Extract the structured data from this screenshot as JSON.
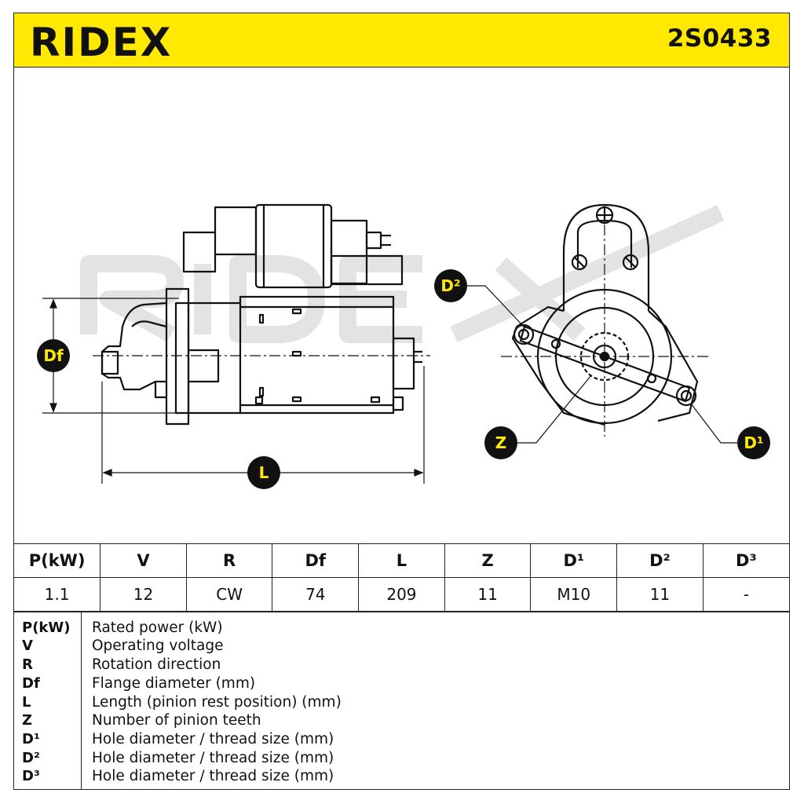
{
  "header": {
    "brand": "RIDEX",
    "part_number": "2S0433",
    "colors": {
      "brand_yellow": "#ffe900",
      "ink": "#111111"
    }
  },
  "drawing": {
    "labels": {
      "df": "Df",
      "l": "L",
      "d2": "D²",
      "z": "Z",
      "d1": "D¹"
    }
  },
  "table": {
    "headers": [
      "P(kW)",
      "V",
      "R",
      "Df",
      "L",
      "Z",
      "D¹",
      "D²",
      "D³"
    ],
    "values": [
      "1.1",
      "12",
      "CW",
      "74",
      "209",
      "11",
      "M10",
      "11",
      "-"
    ]
  },
  "legend": [
    {
      "key": "P(kW)",
      "desc": "Rated power (kW)"
    },
    {
      "key": "V",
      "desc": "Operating voltage"
    },
    {
      "key": "R",
      "desc": "Rotation direction"
    },
    {
      "key": "Df",
      "desc": "Flange diameter (mm)"
    },
    {
      "key": "L",
      "desc": "Length (pinion rest position) (mm)"
    },
    {
      "key": "Z",
      "desc": "Number of pinion teeth"
    },
    {
      "key": "D¹",
      "desc": "Hole diameter / thread size (mm)"
    },
    {
      "key": "D²",
      "desc": "Hole diameter / thread size (mm)"
    },
    {
      "key": "D³",
      "desc": "Hole diameter / thread size (mm)"
    }
  ]
}
